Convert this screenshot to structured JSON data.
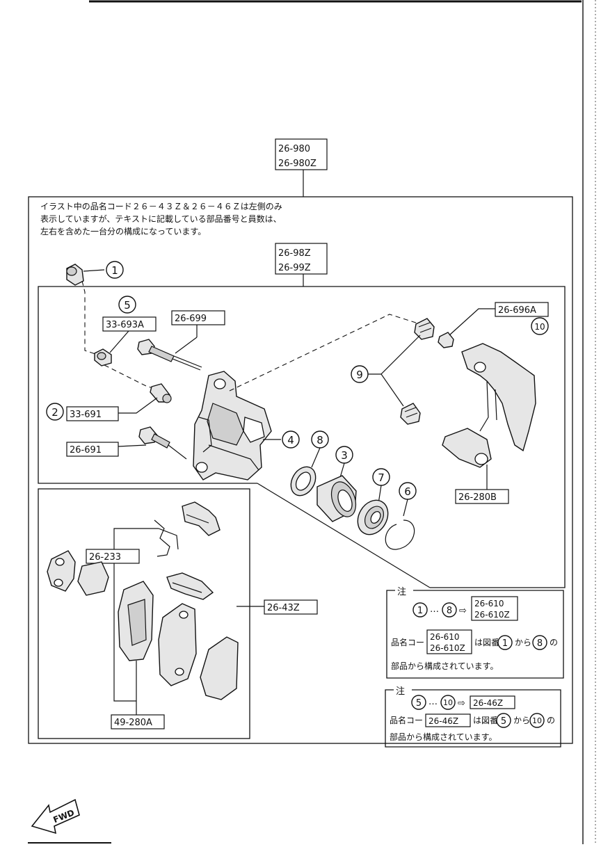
{
  "codes": {
    "assembly_top": [
      "26-980",
      "26-980Z"
    ],
    "caliper_set": [
      "26-98Z",
      "26-99Z"
    ],
    "c26_696A": "26-696A",
    "c33_693A": "33-693A",
    "c26_699": "26-699",
    "c33_691": "33-691",
    "c26_691": "26-691",
    "c26_280B": "26-280B",
    "c26_233": "26-233",
    "c26_43Z": "26-43Z",
    "c49_280A": "49-280A"
  },
  "note_text": [
    "イラスト中の品名コード２６－４３Ｚ＆２６－４６Ｚは左側のみ",
    "表示していますが、テキストに記載している部品番号と員数は、",
    "左右を含めた一台分の構成になっています。"
  ],
  "callouts": {
    "n1": "1",
    "n2": "2",
    "n3": "3",
    "n4": "4",
    "n5": "5",
    "n6": "6",
    "n7": "7",
    "n8": "8",
    "n9": "9",
    "n10": "10"
  },
  "note_box_1": {
    "title": "注",
    "range_from": "1",
    "range_to": "8",
    "ellipsis": "…",
    "arrow": "⇨",
    "codes": [
      "26-610",
      "26-610Z"
    ],
    "prefix": "品名コード",
    "mid": "は図番",
    "kara": "から",
    "no": "の",
    "suffix_line": "部品から構成されています。"
  },
  "note_box_2": {
    "title": "注",
    "range_from": "5",
    "range_to": "10",
    "ellipsis": "…",
    "arrow": "⇨",
    "code": "26-46Z",
    "prefix": "品名コード",
    "mid": "は図番",
    "kara": "から",
    "no": "の",
    "suffix_line": "部品から構成されています。"
  },
  "fwd_label": "FWD"
}
